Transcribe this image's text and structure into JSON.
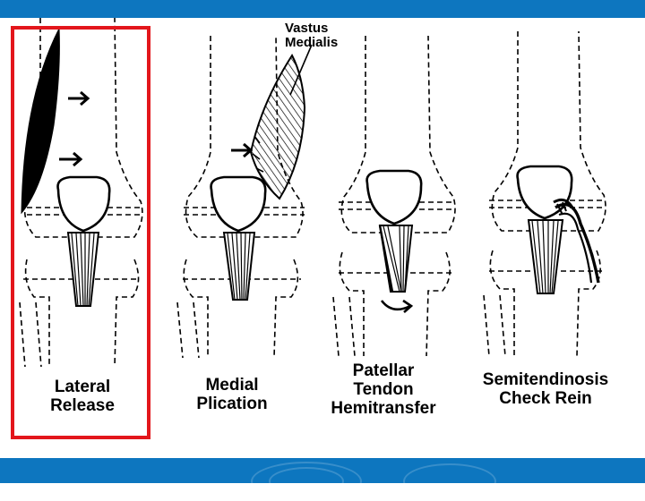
{
  "colors": {
    "frame_bar": "#0d76bf",
    "highlight_border": "#e3161b",
    "ink": "#000000"
  },
  "panels": [
    {
      "label_line1": "Lateral",
      "label_line2": "Release",
      "highlighted": true
    },
    {
      "label_line1": "Medial",
      "label_line2": "Plication",
      "highlighted": false
    },
    {
      "label_line1": "Patellar",
      "label_line2": "Tendon",
      "label_line3": "Hemitransfer",
      "highlighted": false
    },
    {
      "label_line1": "Semitendinosis",
      "label_line2": "Check Rein",
      "highlighted": false
    }
  ],
  "annotations": {
    "vastus_line1": "Vastus",
    "vastus_line2": "Medialis"
  }
}
